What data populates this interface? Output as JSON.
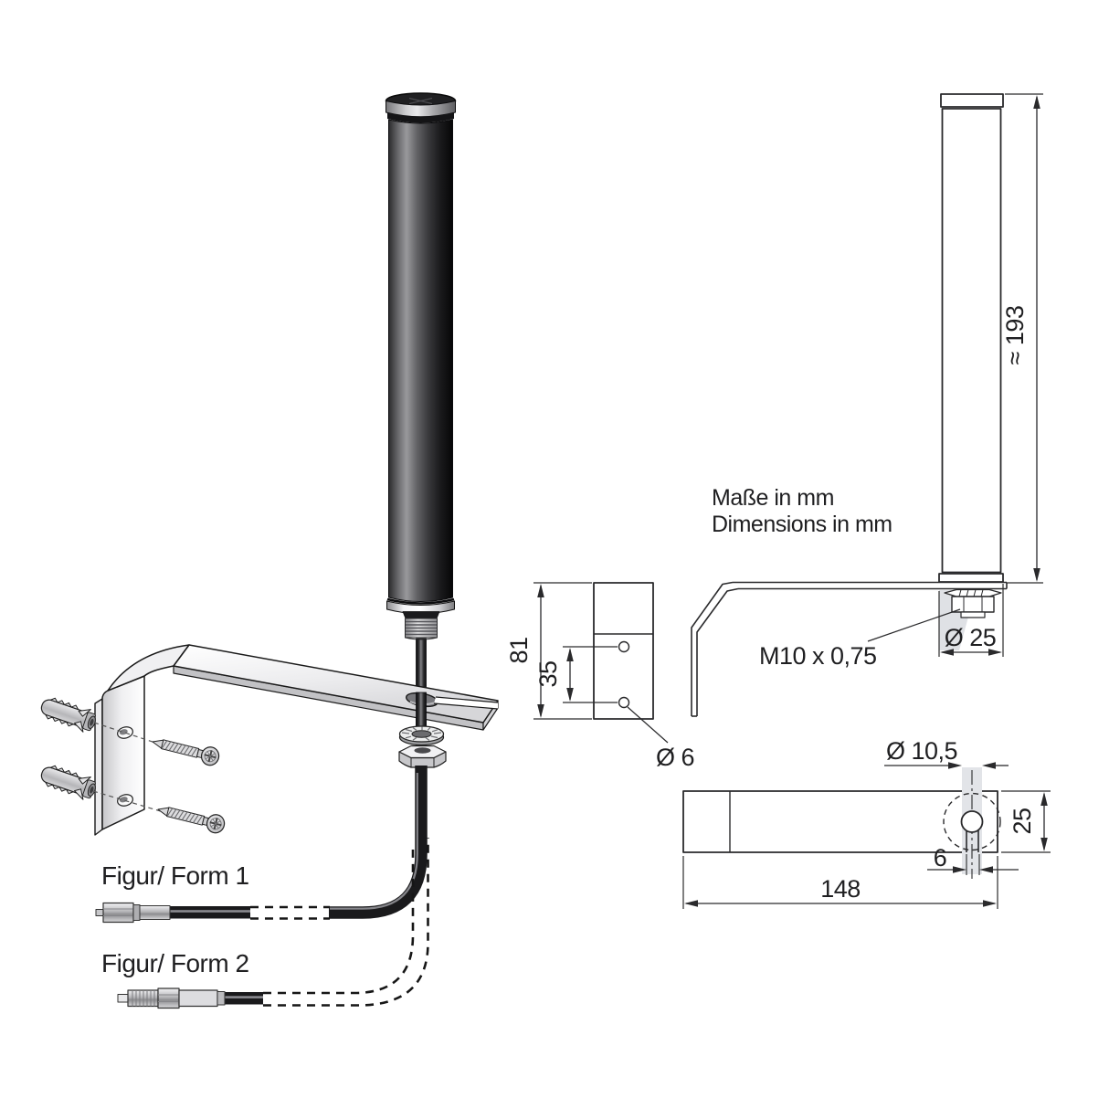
{
  "figures": {
    "form1": "Figur/ Form 1",
    "form2": "Figur/ Form 2"
  },
  "notes": {
    "de": "Maße in mm",
    "en": "Dimensions in mm"
  },
  "dimensions": {
    "antenna_height": "≈ 193",
    "plate_height": "81",
    "hole_spacing": "35",
    "hole_diameter": "Ø 6",
    "base_diameter": "Ø 25",
    "thread": "M10 x 0,75",
    "keyhole_diameter": "Ø 10,5",
    "arm_width": "25",
    "slot_width": "6",
    "arm_length": "148"
  },
  "colors": {
    "line": "#2a2a2c",
    "text": "#1f1f21",
    "antenna_body": "#141416",
    "shading": "#e2e4e8"
  }
}
